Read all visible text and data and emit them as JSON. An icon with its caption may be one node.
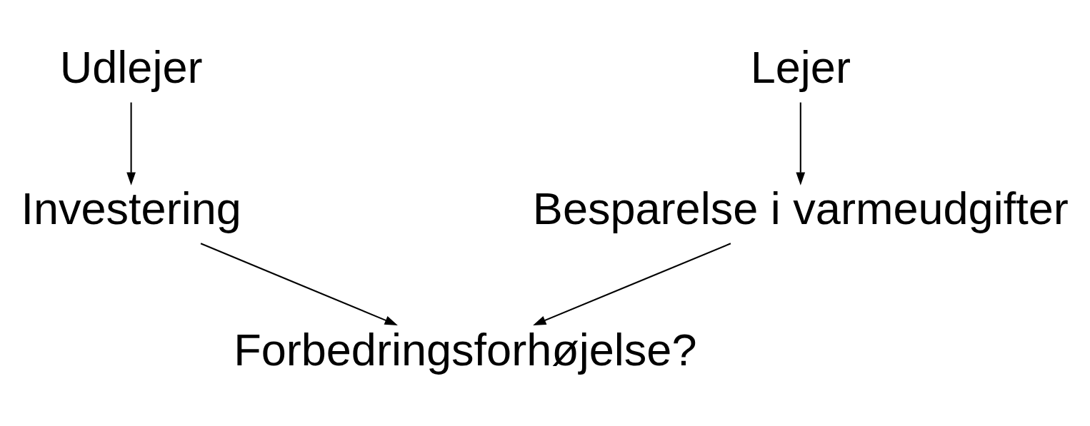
{
  "diagram": {
    "nodes": [
      {
        "text": [
          "Udlejer"
        ]
      },
      {
        "text": [
          "Lejer"
        ]
      },
      {
        "text": [
          "Investering"
        ]
      },
      {
        "text": [
          "Besparelse i varmeudgifter"
        ]
      },
      {
        "text": [
          "Forbedringsforhøjelse?"
        ]
      }
    ],
    "edges": [
      {
        "from": 0,
        "to": 2,
        "arrow": "to"
      },
      {
        "from": 1,
        "to": 3,
        "arrow": "to"
      },
      {
        "from": 2,
        "to": 4,
        "arrow": "to"
      },
      {
        "from": 3,
        "to": 4,
        "arrow": "to"
      }
    ]
  }
}
